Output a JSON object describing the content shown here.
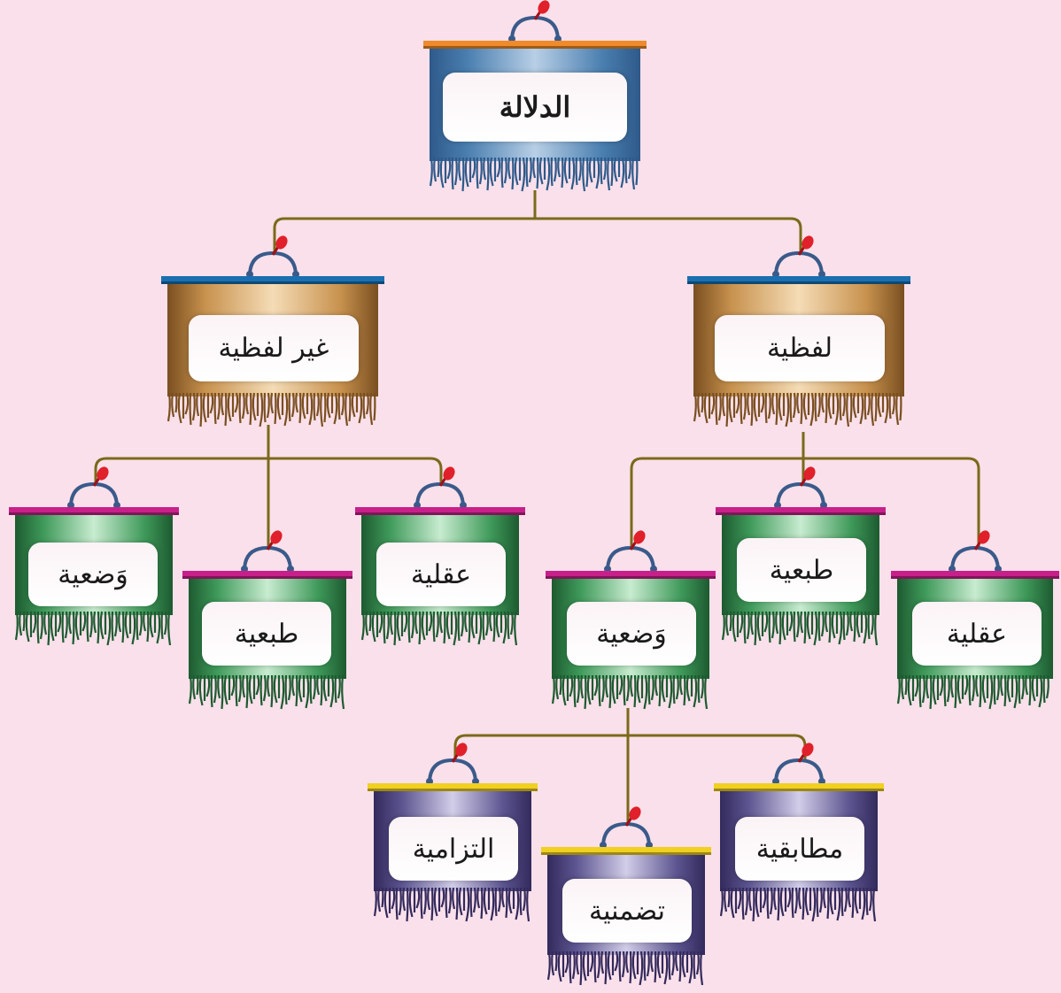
{
  "diagram": {
    "root": {
      "label": "الدلالة"
    },
    "level1": [
      {
        "label": "غير لفظية"
      },
      {
        "label": "لفظية"
      }
    ],
    "nonverbal_children": [
      {
        "label": "وَضعية"
      },
      {
        "label": "طبعية"
      },
      {
        "label": "عقلية"
      }
    ],
    "verbal_children": [
      {
        "label": "وَضعية"
      },
      {
        "label": "طبعية"
      },
      {
        "label": "عقلية"
      }
    ],
    "conventional_children": [
      {
        "label": "التزامية"
      },
      {
        "label": "تضمنية"
      },
      {
        "label": "مطابقية"
      }
    ]
  },
  "colors": {
    "background": "#f9e0ea",
    "connector": "#7a6a1a",
    "pin": "#e0202a",
    "blue_banner": "#4a7fb0",
    "tan_banner": "#c8924e",
    "green_banner": "#3f9a5a",
    "purple_banner": "#5c5590",
    "orange_rod": "#f08a2a",
    "blue_rod": "#1a6fb0",
    "magenta_rod": "#c8208a",
    "yellow_rod": "#f0d020"
  }
}
